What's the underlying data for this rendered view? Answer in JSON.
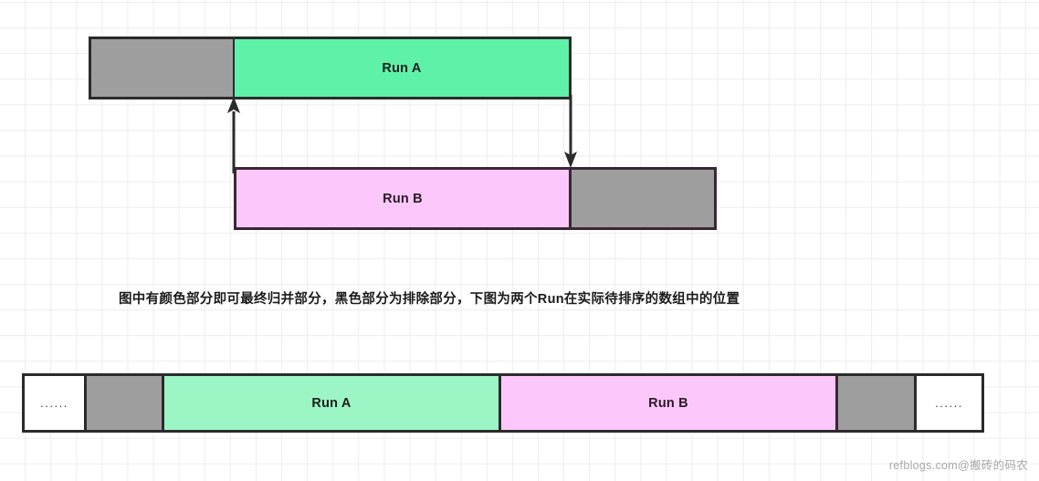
{
  "diagram": {
    "title_caption": "图中有颜色部分即可最终归并部分，黑色部分为排除部分，下图为两个Run在实际待排序的数组中的位置",
    "top": {
      "run_a_bar": {
        "excluded_label": "",
        "run_label": "Run A"
      },
      "run_b_bar": {
        "run_label": "Run B",
        "excluded_label": ""
      },
      "connectors": [
        {
          "name": "run-b-start-to-run-a-start",
          "direction": "up"
        },
        {
          "name": "run-a-end-to-run-b-end",
          "direction": "down"
        }
      ]
    },
    "array": {
      "cells": [
        {
          "label": "......",
          "kind": "ellipsis"
        },
        {
          "label": "",
          "kind": "excluded"
        },
        {
          "label": "Run A",
          "kind": "run-a"
        },
        {
          "label": "Run B",
          "kind": "run-b"
        },
        {
          "label": "",
          "kind": "excluded"
        },
        {
          "label": "......",
          "kind": "ellipsis"
        }
      ]
    }
  },
  "colors": {
    "run_a_top": "#5DF2A8",
    "run_a_array": "#9CF5C4",
    "run_b": "#FCC8FB",
    "excluded_gray": "#9E9E9E",
    "outline_dark": "#2B2B2B",
    "outline_purple": "#3A2636",
    "grid_line": "#EDEDED",
    "watermark_text": "#A8A8A8"
  },
  "watermark": {
    "text": "refblogs.com@搬砖的码农"
  }
}
